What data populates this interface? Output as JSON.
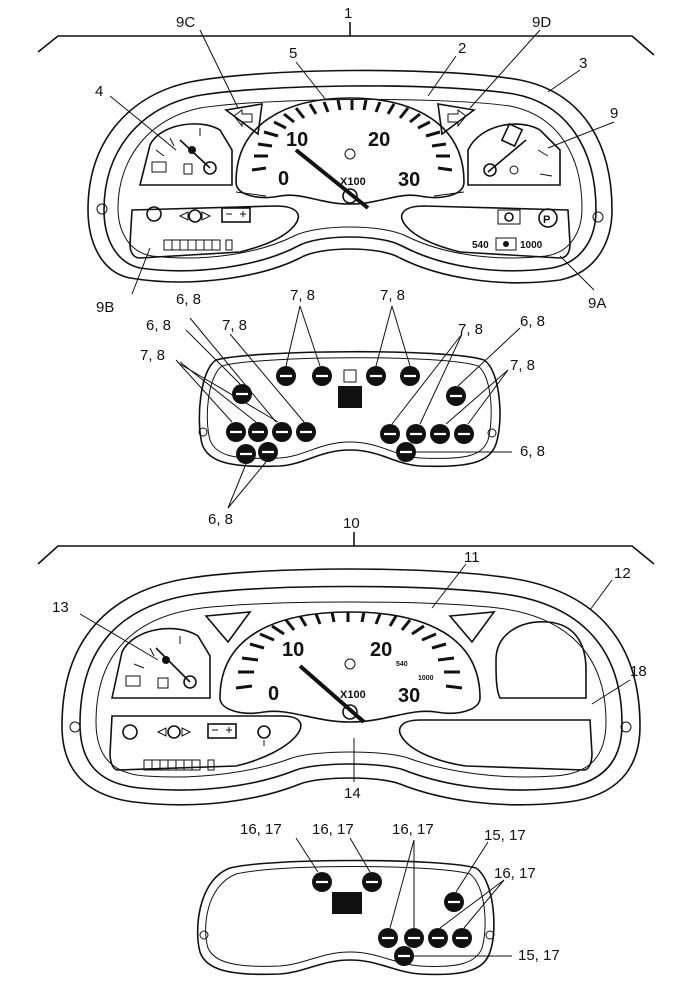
{
  "callouts": {
    "upper_assembly": "1",
    "upper_lens": "2",
    "upper_housing": "3",
    "left_gauge": "4",
    "tachometer": "5",
    "warning_panel_right": "9",
    "warning_panel_9a": "9A",
    "warning_panel_9b": "9B",
    "turn_left_9c": "9C",
    "turn_right_9d": "9D",
    "lower_assembly": "10",
    "lower_lens": "11",
    "lower_housing": "12",
    "lower_left_gauge": "13",
    "lower_bottom_marker": "14",
    "lower_right_window": "18"
  },
  "bulb_callouts": {
    "pair_6_8": "6, 8",
    "pair_7_8": "7, 8",
    "pair_15_17": "15, 17",
    "pair_16_17": "16, 17"
  },
  "tach": {
    "n0": "0",
    "n10": "10",
    "n20": "20",
    "n30": "30",
    "multiplier": "X100"
  },
  "pto": {
    "speed_540": "540",
    "speed_1000": "1000"
  },
  "icons": [
    "fuel-gauge-icon",
    "coolant-temp-icon",
    "glow-plug-icon",
    "oil-pressure-icon",
    "battery-icon",
    "pto-icon",
    "parking-brake-icon",
    "hour-meter-icon",
    "left-turn-arrow-icon",
    "right-turn-arrow-icon",
    "bulb-icon"
  ]
}
